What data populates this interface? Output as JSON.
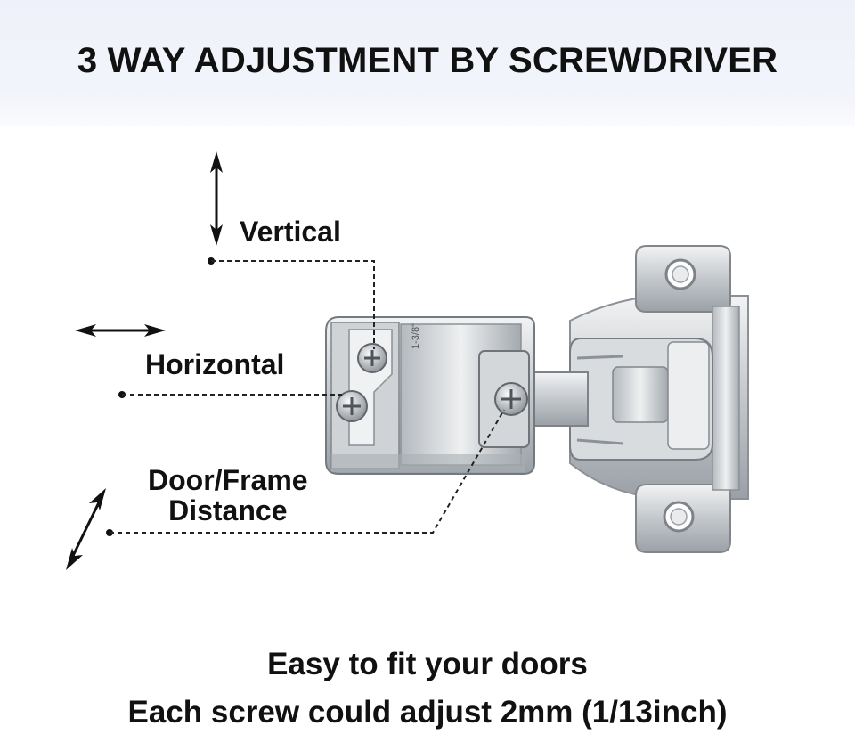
{
  "title": "3 WAY ADJUSTMENT BY SCREWDRIVER",
  "labels": {
    "vertical": "Vertical",
    "horizontal": "Horizontal",
    "door_frame_line1": "Door/Frame",
    "door_frame_line2": "Distance",
    "hinge_marking": "1-3/8\""
  },
  "captions": {
    "line1": "Easy to fit your doors",
    "line2": "Each screw could adjust 2mm (1/13inch)"
  },
  "icons": {
    "vertical": "double-arrow-vertical-icon",
    "horizontal": "double-arrow-horizontal-icon",
    "depth": "double-arrow-diagonal-icon"
  },
  "colors": {
    "header_band": "#eef1fa",
    "text": "#111111",
    "metal": "#c9cdd1"
  }
}
